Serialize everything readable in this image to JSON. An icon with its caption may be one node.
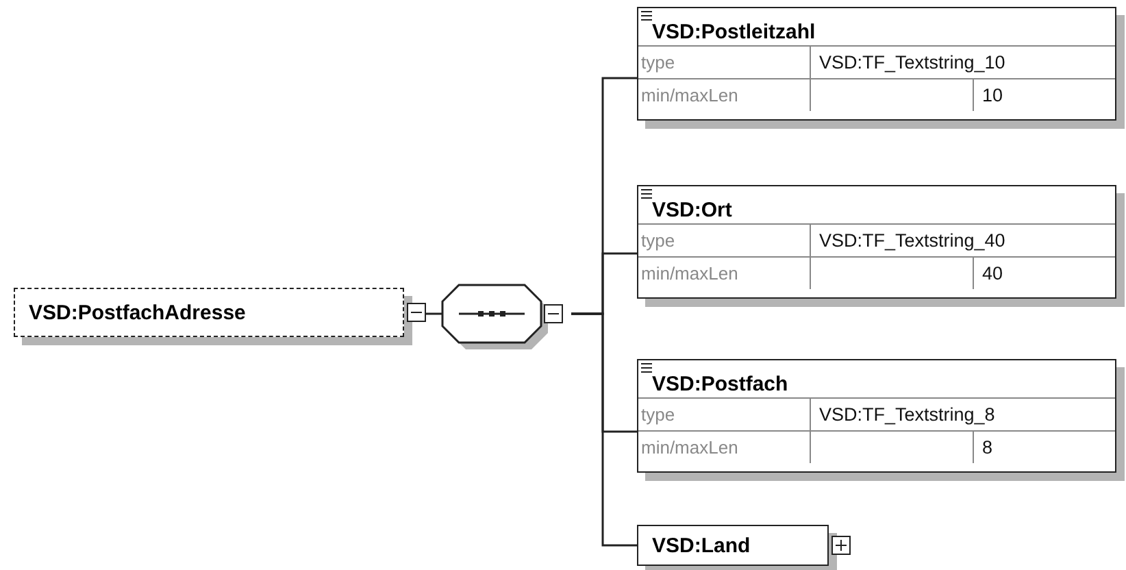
{
  "diagram": {
    "nodes": [
      {
        "text": [
          "VSD:PostfachAdresse"
        ]
      },
      {
        "text": [],
        "shape": "octagon"
      },
      {
        "text": [
          "VSD:Postleitzahl",
          "type",
          "VSD:TF_Textstring_10",
          "min/maxLen",
          "10"
        ]
      },
      {
        "text": [
          "VSD:Ort",
          "type",
          "VSD:TF_Textstring_40",
          "min/maxLen",
          "40"
        ]
      },
      {
        "text": [
          "VSD:Postfach",
          "type",
          "VSD:TF_Textstring_8",
          "min/maxLen",
          "8"
        ]
      },
      {
        "text": [
          "VSD:Land"
        ]
      }
    ],
    "edges": [
      {
        "from": 0,
        "to": 1,
        "arrow": "none"
      },
      {
        "from": 1,
        "to": 2,
        "arrow": "none"
      },
      {
        "from": 1,
        "to": 3,
        "arrow": "none"
      },
      {
        "from": 1,
        "to": 4,
        "arrow": "none"
      },
      {
        "from": 1,
        "to": 5,
        "arrow": "none"
      }
    ]
  }
}
